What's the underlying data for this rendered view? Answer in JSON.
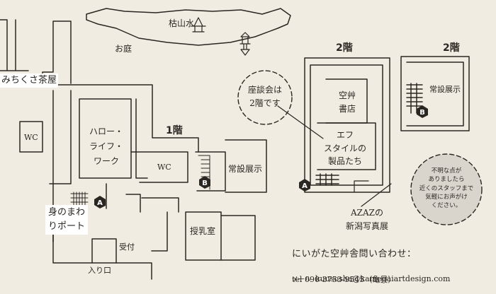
{
  "map": {
    "karesansui": "枯山水",
    "garden": "お庭",
    "tea_house": "みちくさ茶屋",
    "wc_left": "WC",
    "wc_center": "WC",
    "hello_life_work": "ハロー・\nライフ・\nワーク",
    "floor1": "1階",
    "floor2_a": "2階",
    "floor2_b": "2階",
    "permanent_1f": "常設展示",
    "permanent_2f": "常設展示",
    "minomawari": "身のまわ\nりポート",
    "nursing_room": "授乳室",
    "reception": "受付",
    "entrance": "入り口",
    "talk_note": "座談会は\n2階です",
    "bookstore": "空艸\n書店",
    "f_style": "エフ\nスタイルの\n製品たち",
    "azaz": "AZAZの\n新潟写真展",
    "help_note": "不明な点が\nありましたら\n近くのスタッフまで\n気軽にお声がけ\nください。",
    "stairs": {
      "a1": "A",
      "a2": "A",
      "b1": "B",
      "b2": "B"
    }
  },
  "contact": {
    "title": "にいがた空艸舎問い合わせ：",
    "mail_label": "メール",
    "mail": "kuusosha@kamegaiartdesign.com",
    "tel": "tel 090-3753-9545（亀貝）"
  },
  "colors": {
    "background": "#f1ece1",
    "line": "#2a2622",
    "note_circle": "#d9d5cd"
  }
}
